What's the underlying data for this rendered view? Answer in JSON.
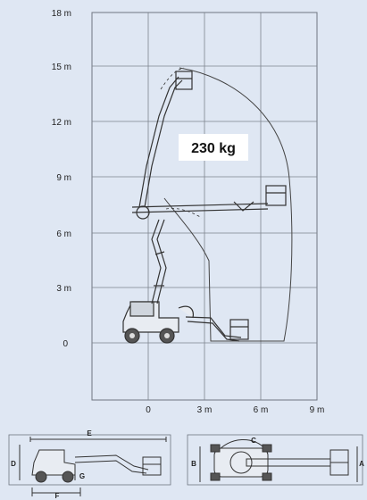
{
  "diagram": {
    "y_axis_ticks": [
      "18 m",
      "15 m",
      "12 m",
      "9 m",
      "6 m",
      "3 m",
      "0"
    ],
    "x_axis_ticks": [
      "0",
      "3 m",
      "6 m",
      "9 m"
    ],
    "capacity_label": "230 kg",
    "dimension_labels": {
      "E": "E",
      "D": "D",
      "G": "G",
      "F": "F",
      "C": "C",
      "B": "B",
      "A": "A"
    }
  },
  "colors": {
    "background": "#dfe7f3",
    "grid": "#6f7680",
    "machine": "#333333",
    "envelope": "#444444"
  }
}
